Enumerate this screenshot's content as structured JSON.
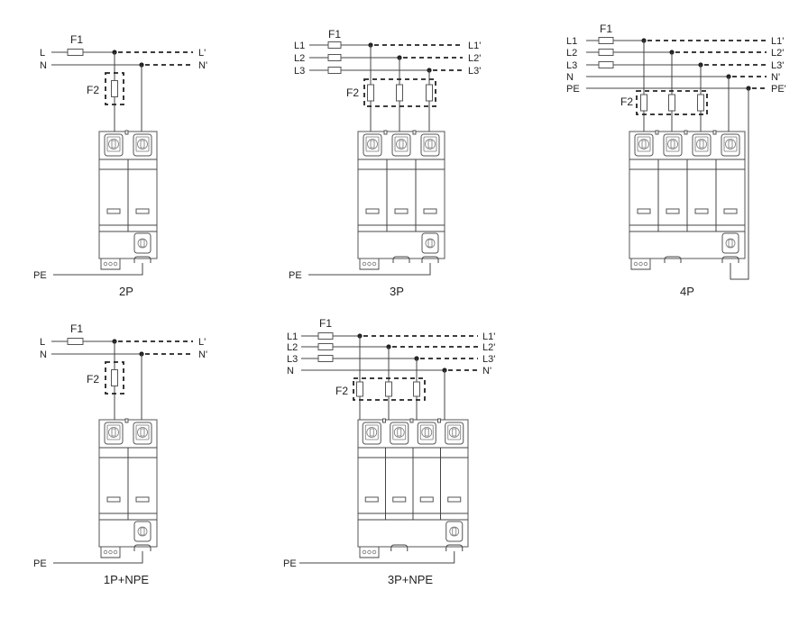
{
  "diagrams": [
    {
      "id": "2p",
      "title": "2P",
      "f1": "F1",
      "f2": "F2",
      "pe": "PE",
      "lines": [
        {
          "label": "L",
          "out": "L'"
        },
        {
          "label": "N",
          "out": "N'"
        }
      ]
    },
    {
      "id": "3p",
      "title": "3P",
      "f1": "F1",
      "f2": "F2",
      "pe": "PE",
      "lines": [
        {
          "label": "L1",
          "out": "L1'"
        },
        {
          "label": "L2",
          "out": "L2'"
        },
        {
          "label": "L3",
          "out": "L3'"
        }
      ]
    },
    {
      "id": "4p",
      "title": "4P",
      "f1": "F1",
      "f2": "F2",
      "lines": [
        {
          "label": "L1",
          "out": "L1'"
        },
        {
          "label": "L2",
          "out": "L2'"
        },
        {
          "label": "L3",
          "out": "L3'"
        },
        {
          "label": "N",
          "out": "N'"
        },
        {
          "label": "PE",
          "out": "PE'"
        }
      ]
    },
    {
      "id": "1p-npe",
      "title": "1P+NPE",
      "f1": "F1",
      "f2": "F2",
      "pe": "PE",
      "lines": [
        {
          "label": "L",
          "out": "L'"
        },
        {
          "label": "N",
          "out": "N'"
        }
      ]
    },
    {
      "id": "3p-npe",
      "title": "3P+NPE",
      "f1": "F1",
      "f2": "F2",
      "pe": "PE",
      "lines": [
        {
          "label": "L1",
          "out": "L1'"
        },
        {
          "label": "L2",
          "out": "L2'"
        },
        {
          "label": "L3",
          "out": "L3'"
        },
        {
          "label": "N",
          "out": "N'"
        }
      ]
    }
  ]
}
